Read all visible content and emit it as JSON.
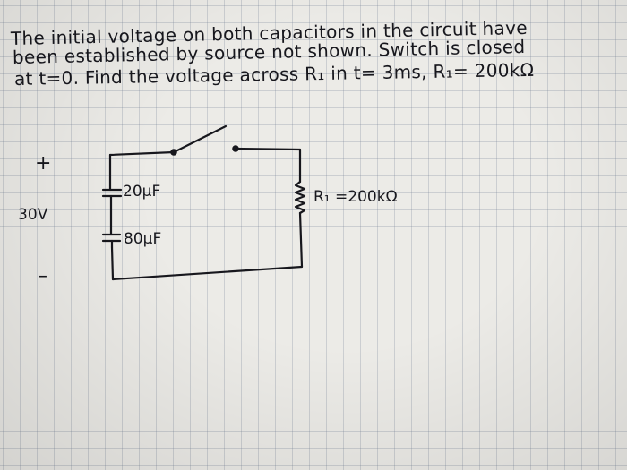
{
  "problem": {
    "line1": "The initial voltage on both capacitors in the circuit have",
    "line2": "been established by source not shown. Switch is closed",
    "line3": "at t=0. Find the voltage across R₁ in t= 3ms, R₁= 200kΩ"
  },
  "circuit": {
    "plus_sign": "+",
    "source_voltage": "30V",
    "minus_sign": "–",
    "cap1_value": "20μF",
    "cap2_value": "80μF",
    "resistor_label": "R₁ =200kΩ"
  },
  "colors": {
    "ink": "#17171d",
    "grid": "#8c94a8",
    "paper": "#ecebe7"
  }
}
